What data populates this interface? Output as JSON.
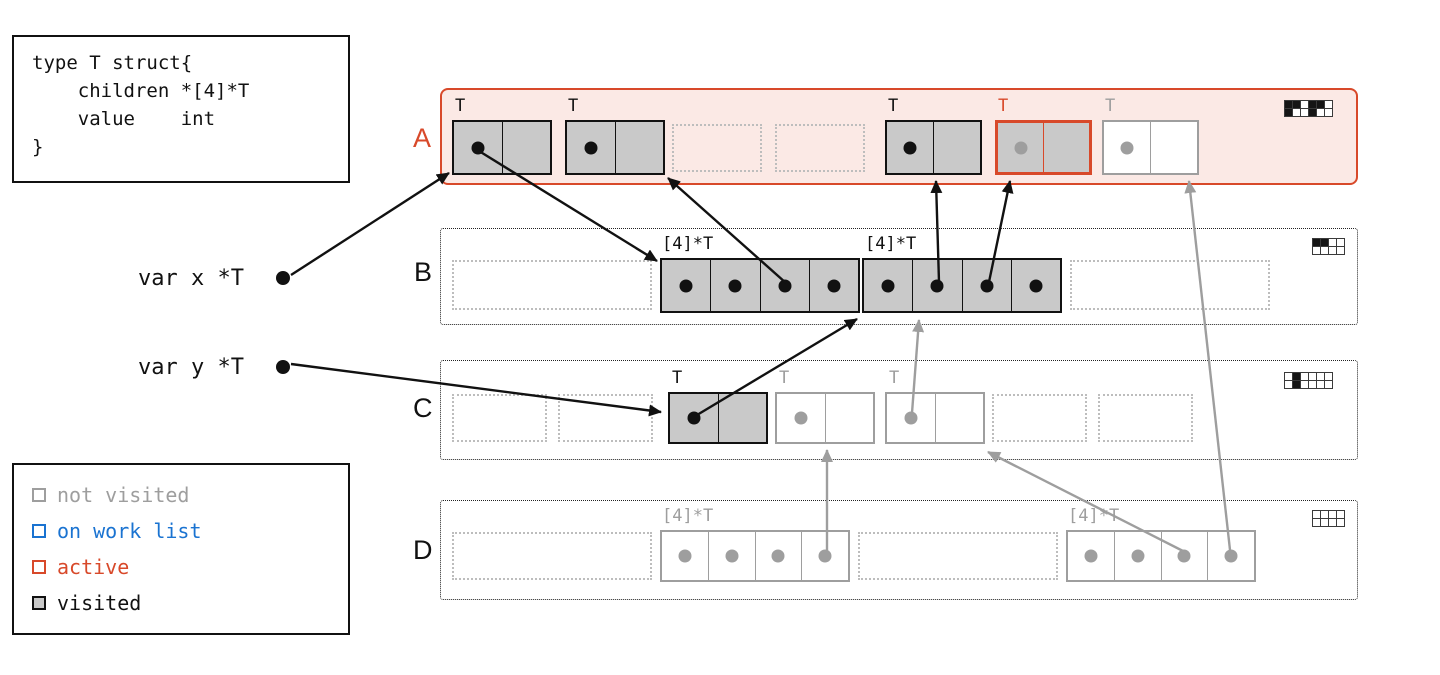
{
  "colors": {
    "ink": "#111111",
    "red": "#d8492a",
    "pink": "#fbe9e5",
    "blue": "#1a73d1",
    "gray": "#9e9e9e",
    "visited_fill": "#c9c9c9",
    "slot_border": "#bdbdbd"
  },
  "code": {
    "lines": [
      "type T struct{",
      "    children *[4]*T",
      "    value    int",
      "}"
    ]
  },
  "vars": {
    "x": "var x *T",
    "y": "var y *T"
  },
  "legend": {
    "items": [
      {
        "label": "not visited",
        "border": "#9e9e9e",
        "fill": "#ffffff",
        "text": "#9e9e9e"
      },
      {
        "label": "on work list",
        "border": "#1a73d1",
        "fill": "#ffffff",
        "text": "#1a73d1"
      },
      {
        "label": "active",
        "border": "#d8492a",
        "fill": "#ffffff",
        "text": "#d8492a"
      },
      {
        "label": "visited",
        "border": "#111111",
        "fill": "#c9c9c9",
        "text": "#111111"
      }
    ]
  },
  "rows": {
    "a": {
      "label": "A"
    },
    "b": {
      "label": "B"
    },
    "c": {
      "label": "C"
    },
    "d": {
      "label": "D"
    }
  },
  "labels": {
    "t": "T",
    "array": "[4]*T"
  },
  "bitmaps": {
    "a": [
      "110110",
      "100100"
    ],
    "b": [
      "1100",
      "0000"
    ],
    "c": [
      "010000",
      "010000"
    ],
    "d": [
      "0000",
      "0000"
    ]
  },
  "pointers": [
    {
      "from": "var x",
      "to": "A.object1",
      "state": "scanned"
    },
    {
      "from": "A.object1",
      "to": "B.array1",
      "state": "scanned"
    },
    {
      "from": "B.array1.cell3",
      "to": "A.object2",
      "state": "scanned"
    },
    {
      "from": "C.object1",
      "to": "B.array2",
      "state": "scanned"
    },
    {
      "from": "B.array2.cell2",
      "to": "A.object3",
      "state": "scanned"
    },
    {
      "from": "B.array2.cell3",
      "to": "A.object4",
      "state": "scanned"
    },
    {
      "from": "var y",
      "to": "C.object1",
      "state": "scanned"
    },
    {
      "from": "C.object3",
      "to": "B.array2",
      "state": "unscanned"
    },
    {
      "from": "D.array1.cell4",
      "to": "C.object2",
      "state": "unscanned"
    },
    {
      "from": "D.array2.cell3",
      "to": "C.object3",
      "state": "unscanned"
    },
    {
      "from": "D.array2.cell4",
      "to": "A.object5",
      "state": "unscanned"
    }
  ]
}
